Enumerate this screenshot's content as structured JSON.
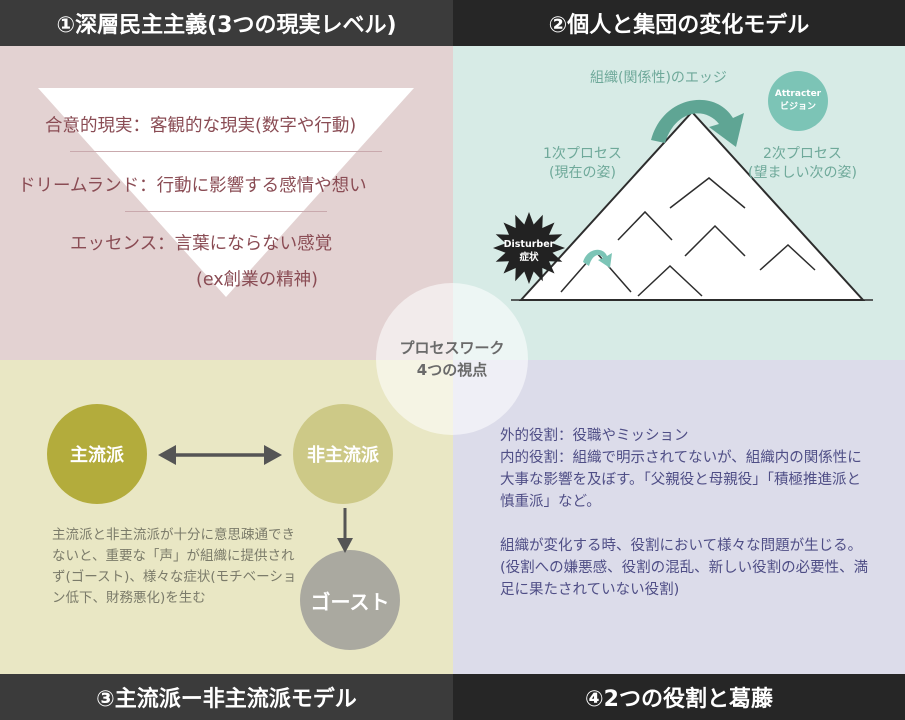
{
  "q1": {
    "title": "①深層民主主義(3つの現実レベル)",
    "line1": "合意的現実：客観的な現実(数字や行動)",
    "line2": "ドリームランド：行動に影響する感情や想い",
    "line3": "エッセンス：言葉にならない感覚",
    "line4": "(ex創業の精神)"
  },
  "q2": {
    "title": "②個人と集団の変化モデル",
    "edge_label": "組織(関係性)のエッジ",
    "process1_a": "1次プロセス",
    "process1_b": "(現在の姿)",
    "process2_a": "2次プロセス",
    "process2_b": "(望ましい次の姿)",
    "attractor_a": "Attracter",
    "attractor_b": "ビジョン",
    "disturber_a": "Disturber",
    "disturber_b": "症状"
  },
  "q3": {
    "title": "③主流派ー非主流派モデル",
    "mainstream": "主流派",
    "non_mainstream": "非主流派",
    "ghost": "ゴースト",
    "description": "主流派と非主流派が十分に意思疎通できないと、重要な「声」が組織に提供されず(ゴースト)、様々な症状(モチベーション低下、財務悪化)を生む"
  },
  "q4": {
    "title": "④2つの役割と葛藤",
    "lines": [
      "外的役割：役職やミッション",
      "内的役割：組織で明示されてないが、組織内の関係性に大事な影響を及ぼす。「父親役と母親役」「積極推進派と慎重派」など。",
      "",
      "組織が変化する時、役割において様々な問題が生じる。",
      "(役割への嫌悪感、役割の混乱、新しい役割の必要性、満足に果たされていない役割)"
    ]
  },
  "center": {
    "line1": "プロセスワーク",
    "line2": "4つの視点"
  },
  "colors": {
    "q1_bg": "#e3d2d2",
    "q2_bg": "#d7ebe6",
    "q3_bg": "#e9e7c4",
    "q4_bg": "#dcdcea",
    "mainstream": "#b3ac3c",
    "non_mainstream": "#cdc987",
    "ghost": "#aaa9a0",
    "attractor": "#7cc4b6",
    "disturber": "#222222"
  }
}
